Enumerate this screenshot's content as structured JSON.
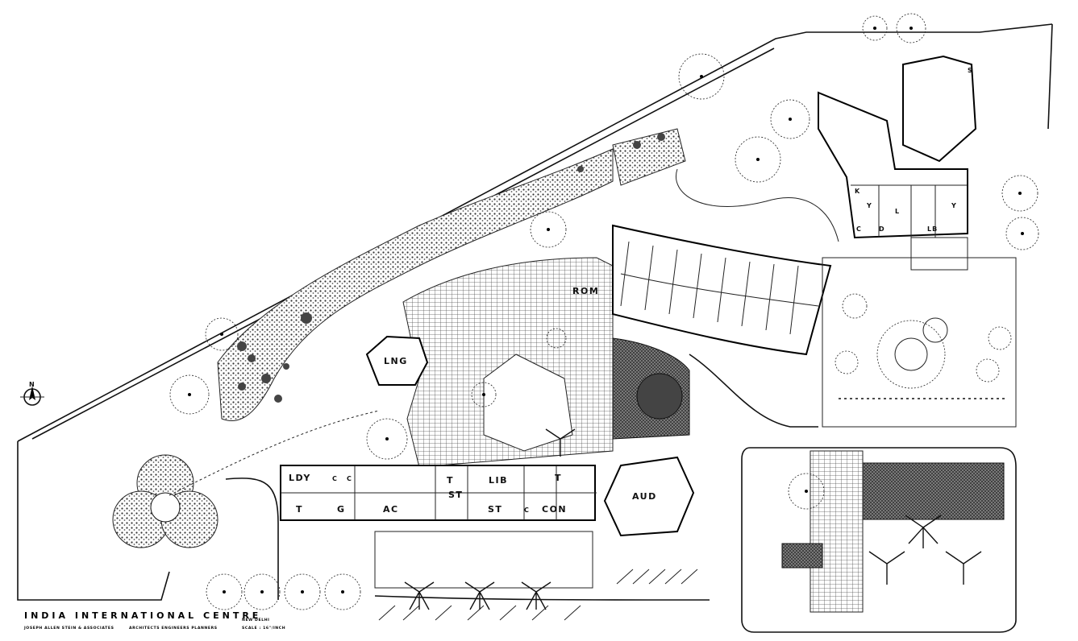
{
  "title": {
    "line1": "INDIA   INTERNATIONAL   CENTRE",
    "firm": "JOSEPH ALLEN STEIN & ASSOCIATES",
    "profession": "ARCHITECTS   ENGINEERS   PLANNERS",
    "city": "NEW DELHI",
    "scale": "SCALE :  16\"/INCH"
  },
  "north": {
    "letter": "N"
  },
  "rooms": {
    "lng": "LNG",
    "rom": "ROM",
    "ldy": "LDY",
    "lib": "LIB",
    "aud": "AUD",
    "ac": "AC",
    "con": "CON",
    "st1": "ST",
    "st2": "ST",
    "t1": "T",
    "t2": "T",
    "t3": "T",
    "g": "G",
    "c1": "C",
    "c2": "C",
    "c3": "C",
    "c4": "C",
    "lb": "LB",
    "d": "D",
    "y1": "Y",
    "y2": "Y",
    "l": "L",
    "k": "K",
    "s": "S"
  },
  "colors": {
    "ink": "#111111",
    "paper": "#ffffff"
  }
}
